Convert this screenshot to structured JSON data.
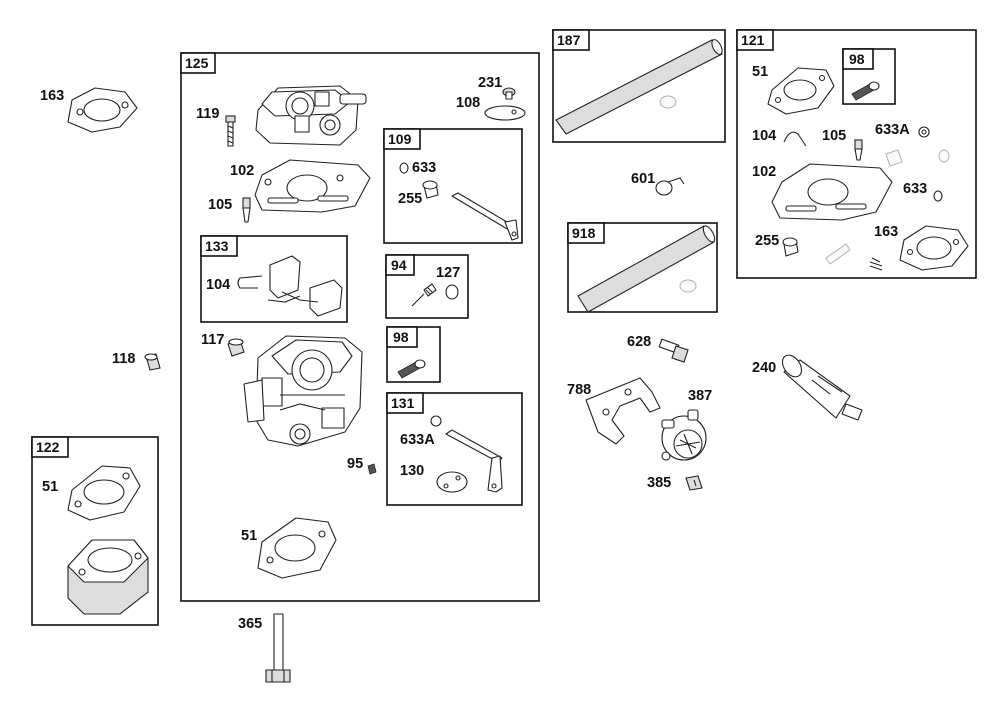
{
  "kits": {
    "k125": "125",
    "k187": "187",
    "k121": "121",
    "k98a": "98",
    "k109": "109",
    "k133": "133",
    "k94": "94",
    "k98b": "98",
    "k131": "131",
    "k918": "918",
    "k122": "122"
  },
  "parts": {
    "p163a": "163",
    "p119": "119",
    "p231": "231",
    "p108": "108",
    "p102a": "102",
    "p105a": "105",
    "p633a": "633",
    "p255a": "255",
    "p104a": "104",
    "p127": "127",
    "p117": "117",
    "p118": "118",
    "p95": "95",
    "p633Aa": "633A",
    "p130": "130",
    "p51a": "51",
    "p51b": "51",
    "p365": "365",
    "p601": "601",
    "p628": "628",
    "p788": "788",
    "p387": "387",
    "p385": "385",
    "p240": "240",
    "p51c": "51",
    "p104b": "104",
    "p105b": "105",
    "p633Ab": "633A",
    "p102b": "102",
    "p633b": "633",
    "p255b": "255",
    "p163b": "163"
  }
}
